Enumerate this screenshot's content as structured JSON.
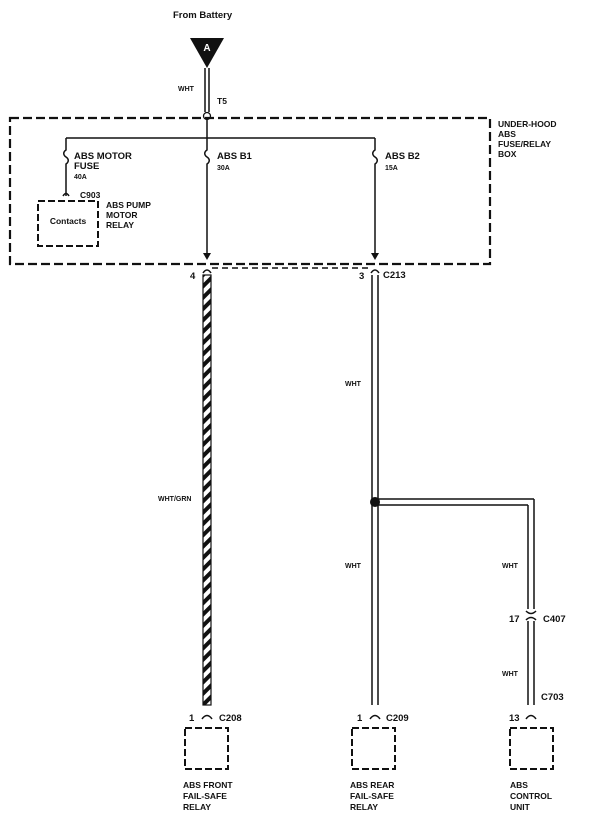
{
  "source": {
    "label": "From Battery",
    "connector": "A"
  },
  "wires": {
    "battery_feed": "WHT",
    "front_relay_feed": "WHT/GRN",
    "rear_upper": "WHT",
    "rear_lower": "WHT",
    "control_upper": "WHT",
    "control_lower": "WHT"
  },
  "terminals": {
    "t5": "T5",
    "c903": "C903",
    "c213": "C213",
    "c213_pin4": "4",
    "c213_pin3": "3",
    "c407": "C407",
    "c407_pin": "17",
    "c703": "C703",
    "c208": "C208",
    "c208_pin": "1",
    "c209": "C209",
    "c209_pin": "1",
    "c703_pin": "13"
  },
  "fuse_box": {
    "label_lines": [
      "UNDER-HOOD",
      "ABS",
      "FUSE/RELAY",
      "BOX"
    ],
    "fuses": [
      {
        "name_lines": [
          "ABS MOTOR",
          "FUSE"
        ],
        "rating": "40A"
      },
      {
        "name_lines": [
          "ABS B1"
        ],
        "rating": "30A"
      },
      {
        "name_lines": [
          "ABS B2"
        ],
        "rating": "15A"
      }
    ],
    "relay": {
      "contacts": "Contacts",
      "label_lines": [
        "ABS PUMP",
        "MOTOR",
        "RELAY"
      ]
    }
  },
  "components": [
    {
      "label_lines": [
        "ABS FRONT",
        "FAIL-SAFE",
        "RELAY"
      ]
    },
    {
      "label_lines": [
        "ABS REAR",
        "FAIL-SAFE",
        "RELAY"
      ]
    },
    {
      "label_lines": [
        "ABS",
        "CONTROL",
        "UNIT"
      ]
    }
  ]
}
